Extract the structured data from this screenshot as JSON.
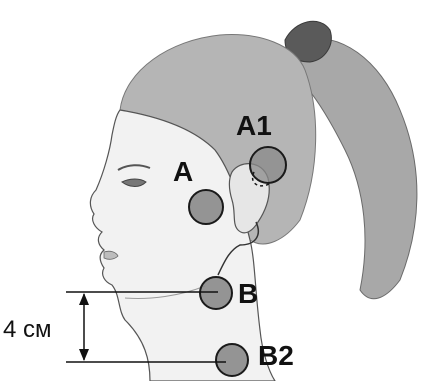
{
  "labels": {
    "a1": "A1",
    "a": "A",
    "b": "B",
    "b2": "B2",
    "distance": "4 см"
  },
  "colors": {
    "marker_fill": "#8a8a8a",
    "marker_stroke": "#1a1a1a",
    "line": "#111111",
    "hair": "#9a9a9a",
    "skin": "#f2f2f2"
  }
}
